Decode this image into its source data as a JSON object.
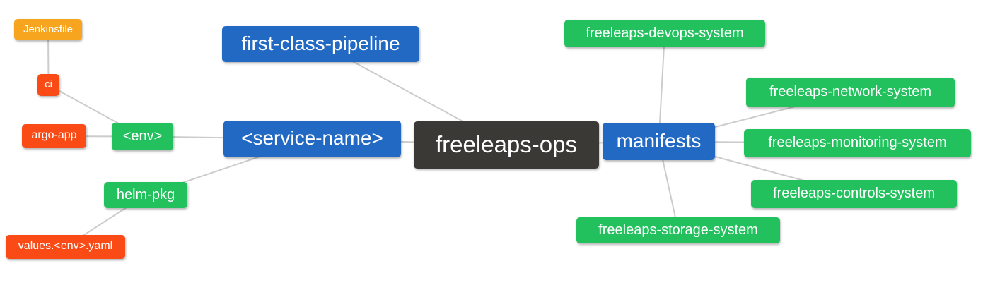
{
  "diagram": {
    "background": "#ffffff",
    "edge_color": "#cccccc",
    "edge_width": 2,
    "palette": {
      "orange": "#f7a41e",
      "red": "#fa4b16",
      "green": "#22c15e",
      "blue": "#2269c4",
      "dark": "#3b3936"
    },
    "nodes": [
      {
        "id": "jenkinsfile",
        "label": "Jenkinsfile",
        "color": "orange"
      },
      {
        "id": "ci",
        "label": "ci",
        "color": "red"
      },
      {
        "id": "argo-app",
        "label": "argo-app",
        "color": "red"
      },
      {
        "id": "env",
        "label": "<env>",
        "color": "green"
      },
      {
        "id": "service-name",
        "label": "<service-name>",
        "color": "blue"
      },
      {
        "id": "first-class-pipeline",
        "label": "first-class-pipeline",
        "color": "blue"
      },
      {
        "id": "freeleaps-ops",
        "label": "freeleaps-ops",
        "color": "dark"
      },
      {
        "id": "manifests",
        "label": "manifests",
        "color": "blue"
      },
      {
        "id": "freeleaps-devops-system",
        "label": "freeleaps-devops-system",
        "color": "green"
      },
      {
        "id": "freeleaps-network-system",
        "label": "freeleaps-network-system",
        "color": "green"
      },
      {
        "id": "freeleaps-monitoring-system",
        "label": "freeleaps-monitoring-system",
        "color": "green"
      },
      {
        "id": "freeleaps-controls-system",
        "label": "freeleaps-controls-system",
        "color": "green"
      },
      {
        "id": "freeleaps-storage-system",
        "label": "freeleaps-storage-system",
        "color": "green"
      },
      {
        "id": "helm-pkg",
        "label": "helm-pkg",
        "color": "green"
      },
      {
        "id": "values-env-yaml",
        "label": "values.<env>.yaml",
        "color": "red"
      }
    ],
    "edges": [
      [
        "jenkinsfile",
        "ci"
      ],
      [
        "ci",
        "env"
      ],
      [
        "argo-app",
        "env"
      ],
      [
        "env",
        "service-name"
      ],
      [
        "service-name",
        "helm-pkg"
      ],
      [
        "helm-pkg",
        "values-env-yaml"
      ],
      [
        "first-class-pipeline",
        "freeleaps-ops"
      ],
      [
        "service-name",
        "freeleaps-ops"
      ],
      [
        "freeleaps-ops",
        "manifests"
      ],
      [
        "manifests",
        "freeleaps-devops-system"
      ],
      [
        "manifests",
        "freeleaps-network-system"
      ],
      [
        "manifests",
        "freeleaps-monitoring-system"
      ],
      [
        "manifests",
        "freeleaps-controls-system"
      ],
      [
        "manifests",
        "freeleaps-storage-system"
      ]
    ]
  }
}
